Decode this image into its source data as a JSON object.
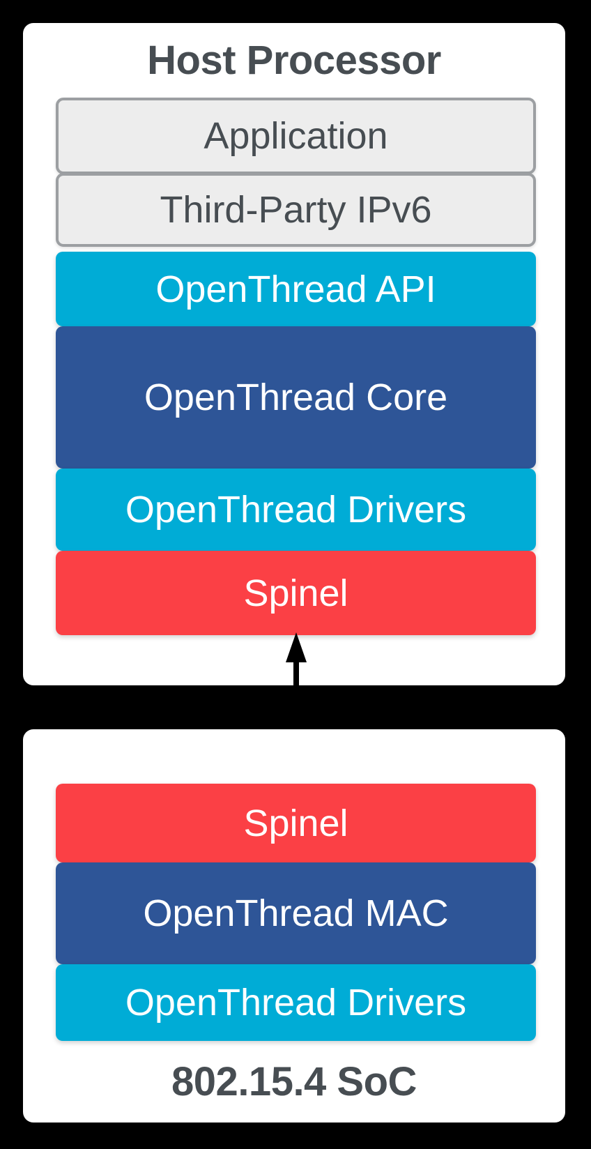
{
  "diagram": {
    "background_color": "#000000",
    "host_panel": {
      "title": "Host Processor",
      "layers": [
        {
          "label": "Application",
          "style": "gray"
        },
        {
          "label": "Third-Party IPv6",
          "style": "gray"
        },
        {
          "label": "OpenThread API",
          "style": "cyan"
        },
        {
          "label": "OpenThread Core",
          "style": "blue"
        },
        {
          "label": "OpenThread Drivers",
          "style": "cyan"
        },
        {
          "label": "Spinel",
          "style": "red"
        }
      ]
    },
    "soc_panel": {
      "title": "802.15.4 SoC",
      "layers": [
        {
          "label": "Spinel",
          "style": "red"
        },
        {
          "label": "OpenThread MAC",
          "style": "blue"
        },
        {
          "label": "OpenThread Drivers",
          "style": "cyan"
        }
      ]
    },
    "connector": {
      "type": "bidirectional-vertical-arrow",
      "color": "#000000"
    },
    "palette": {
      "panel_bg": "#FFFFFF",
      "gray_fill": "#EDEDED",
      "gray_border": "#9C9FA2",
      "cyan": "#00ACD6",
      "blue": "#2E5597",
      "red": "#FB4045",
      "heading_text": "#474D52",
      "layer_text_light": "#FFFFFF"
    }
  }
}
